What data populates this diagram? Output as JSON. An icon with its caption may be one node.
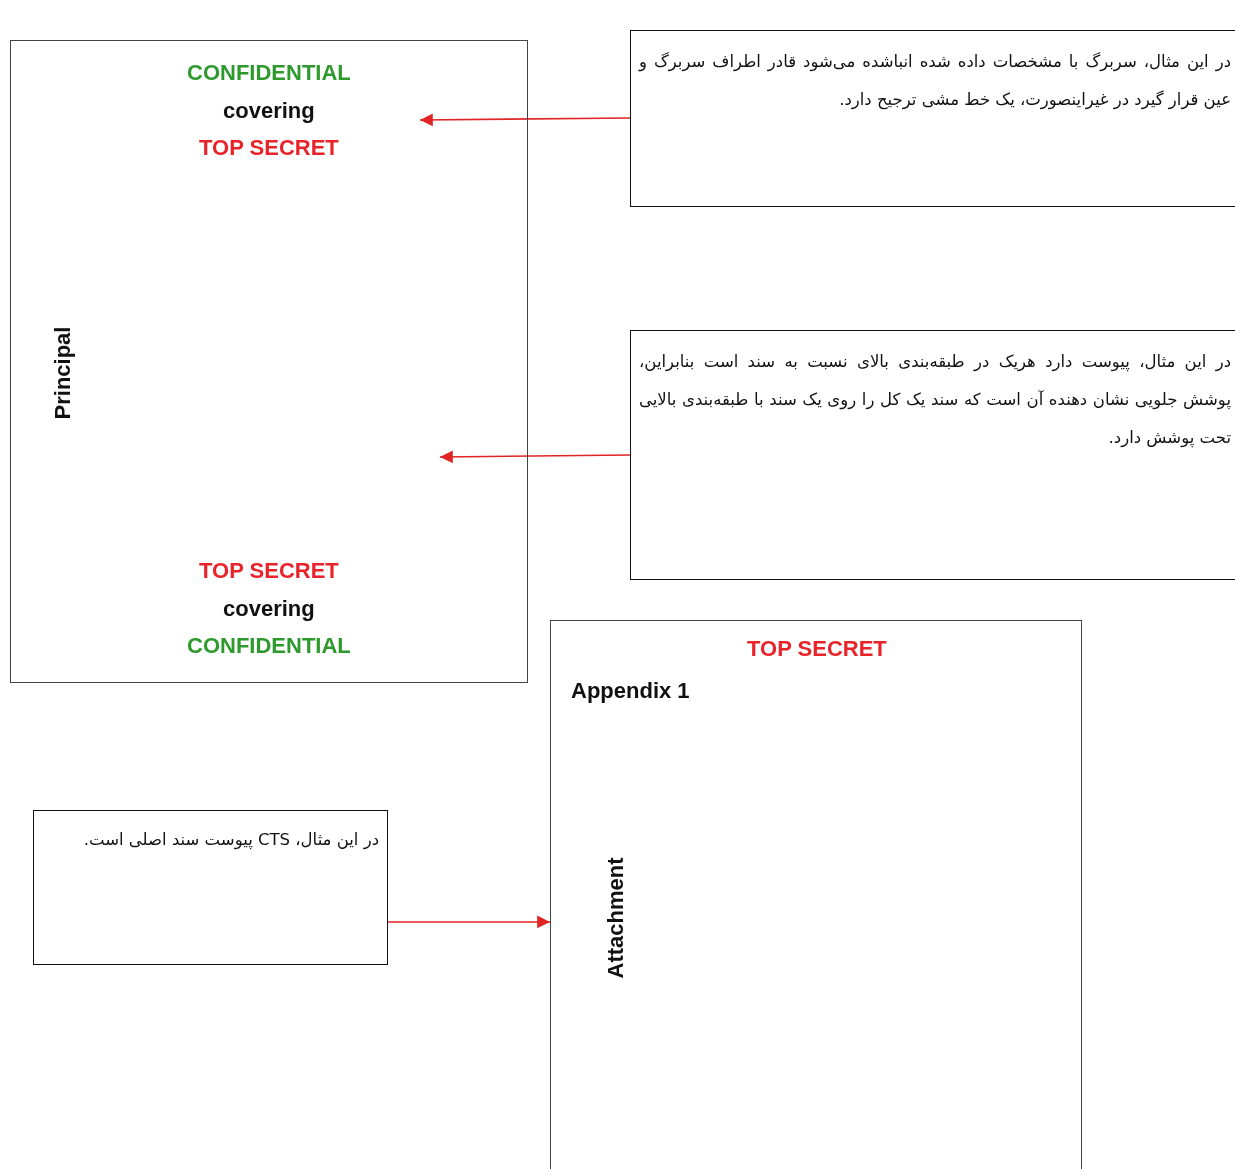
{
  "diagram": {
    "nodes": [
      {
        "text": [
          "CONFIDENTIAL",
          "covering",
          "TOP SECRET",
          "Principal",
          "TOP SECRET",
          "covering",
          "CONFIDENTIAL"
        ]
      },
      {
        "text": [
          "در این مثال، سربرگ با مشخصات داده شده انباشده می‌شود قادر اطراف سربرگ و عین قرار گیرد در غیراینصورت، یک خط مشی ترجیح دارد."
        ]
      },
      {
        "text": [
          "در این مثال، پیوست دارد هریک در طبقه‌بندی بالای نسبت به سند است بنابراین، پوشش جلویی نشان دهنده آن است که سند یک کل را روی یک سند با طبقه‌بندی بالایی تحت پوشش دارد."
        ]
      },
      {
        "text": [
          "TOP SECRET",
          "Appendix 1",
          "Attachment"
        ]
      },
      {
        "text": [
          "در این مثال، CTS پیوست سند اصلی است."
        ]
      }
    ],
    "edges": [
      {
        "from": 1,
        "to": 0,
        "arrow": "to"
      },
      {
        "from": 2,
        "to": 0,
        "arrow": "to"
      },
      {
        "from": 4,
        "to": 3,
        "arrow": "to"
      }
    ]
  }
}
